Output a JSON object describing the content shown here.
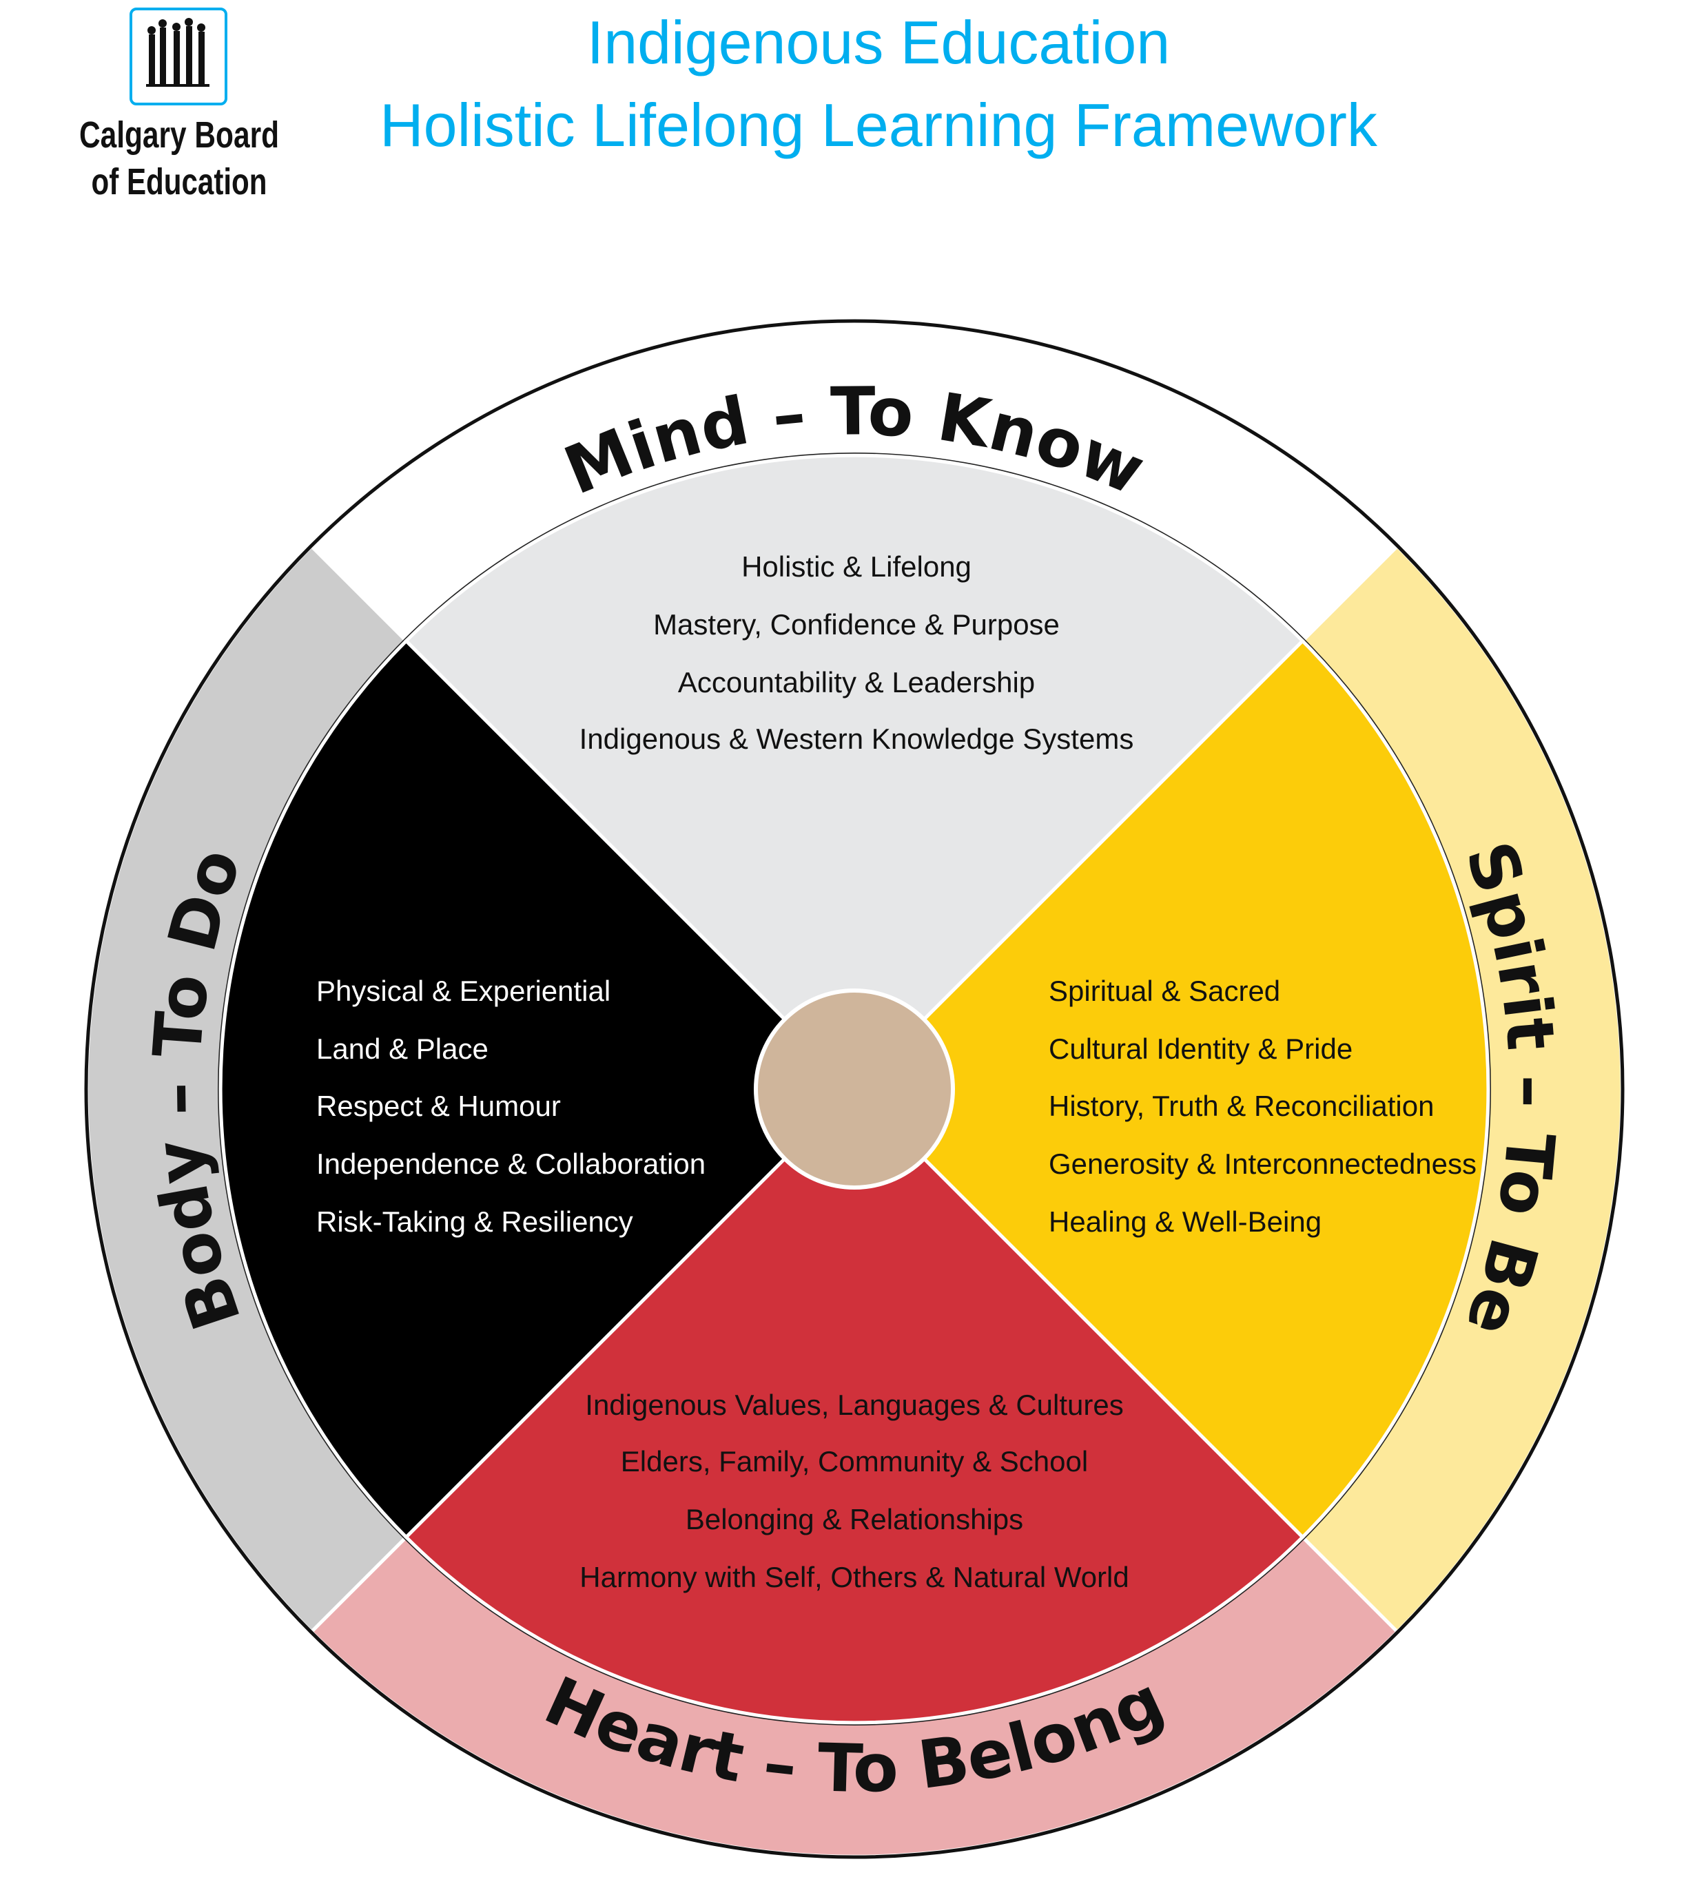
{
  "header": {
    "title_line1": "Indigenous Education",
    "title_line2": "Holistic Lifelong Learning Framework",
    "logo": {
      "line1": "Calgary Board",
      "line2": "of Education"
    }
  },
  "colors": {
    "title": "#00aeef",
    "mind_outer": "#ffffff",
    "mind_inner": "#e6e7e8",
    "body_outer": "#cccccc",
    "body_inner": "#000000",
    "spirit_outer": "#fde99b",
    "spirit_inner": "#fccc0a",
    "heart_outer": "#ebacae",
    "heart_inner": "#d0313b",
    "center": "#cfb59b"
  },
  "wheel": {
    "mind": {
      "label": "Mind – To Know",
      "items": [
        "Holistic & Lifelong",
        "Mastery, Confidence & Purpose",
        "Accountability & Leadership",
        "Indigenous & Western Knowledge Systems"
      ]
    },
    "body": {
      "label": "Body – To Do",
      "items": [
        "Physical & Experiential",
        "Land & Place",
        "Respect & Humour",
        "Independence & Collaboration",
        "Risk-Taking & Resiliency"
      ]
    },
    "spirit": {
      "label": "Spirit – To Be",
      "items": [
        "Spiritual & Sacred",
        "Cultural Identity & Pride",
        "History, Truth & Reconciliation",
        "Generosity & Interconnectedness",
        "Healing & Well-Being"
      ]
    },
    "heart": {
      "label": "Heart – To Belong",
      "items": [
        "Indigenous Values, Languages & Cultures",
        "Elders, Family, Community & School",
        "Belonging & Relationships",
        "Harmony with Self, Others & Natural World"
      ]
    }
  }
}
